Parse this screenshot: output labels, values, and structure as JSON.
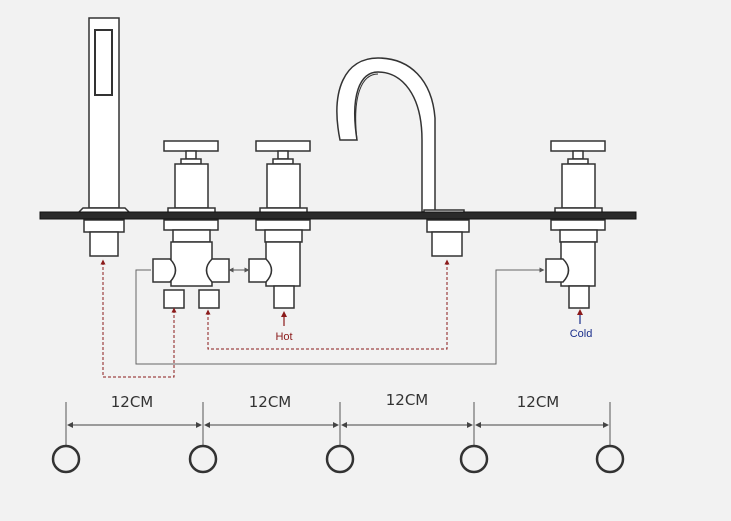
{
  "labels": {
    "hot": "Hot",
    "cold": "Cold",
    "spacing": [
      "12CM",
      "12CM",
      "12CM",
      "12CM"
    ]
  },
  "colors": {
    "background": "#f2f2f2",
    "outline": "#333333",
    "deck": "#2a2a2a",
    "hot": "#8b1a1a",
    "cold": "#1a2e8b",
    "pipe": "#555555"
  }
}
